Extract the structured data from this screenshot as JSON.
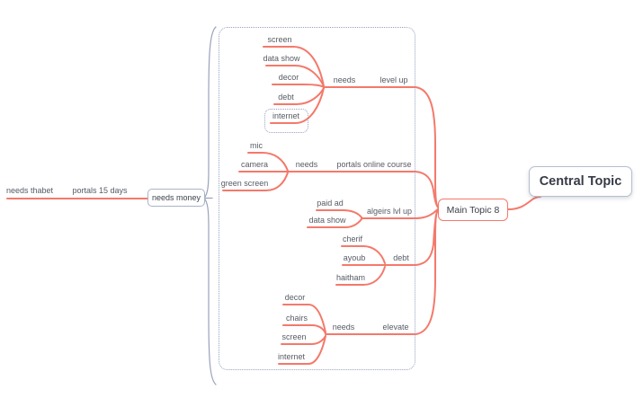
{
  "app": {
    "view": "mind-map-canvas"
  },
  "colors": {
    "branch_line": "#f4796b",
    "boundary": "#98a2ba",
    "topic_border": "#b5bed0",
    "text": "#565b64"
  },
  "central": {
    "label": "Central Topic"
  },
  "main_topic": {
    "label": "Main Topic 8"
  },
  "branches": [
    {
      "label": "level up",
      "via": "needs",
      "children": [
        "screen",
        "data show",
        "decor",
        "debt",
        "internet"
      ]
    },
    {
      "label": "portals online course",
      "via": "needs",
      "children": [
        "mic",
        "camera",
        "green screen"
      ]
    },
    {
      "label": "algeirs lvl up",
      "children": [
        "paid ad",
        "data show"
      ]
    },
    {
      "label": "debt",
      "children": [
        "cherif",
        "ayoub",
        "haitham"
      ]
    },
    {
      "label": "elevate",
      "via": "needs",
      "children": [
        "decor",
        "chairs",
        "screen",
        "internet"
      ]
    }
  ],
  "summary": {
    "box_label": "needs money",
    "chain": [
      "portals 15 days",
      "needs thabet"
    ]
  }
}
